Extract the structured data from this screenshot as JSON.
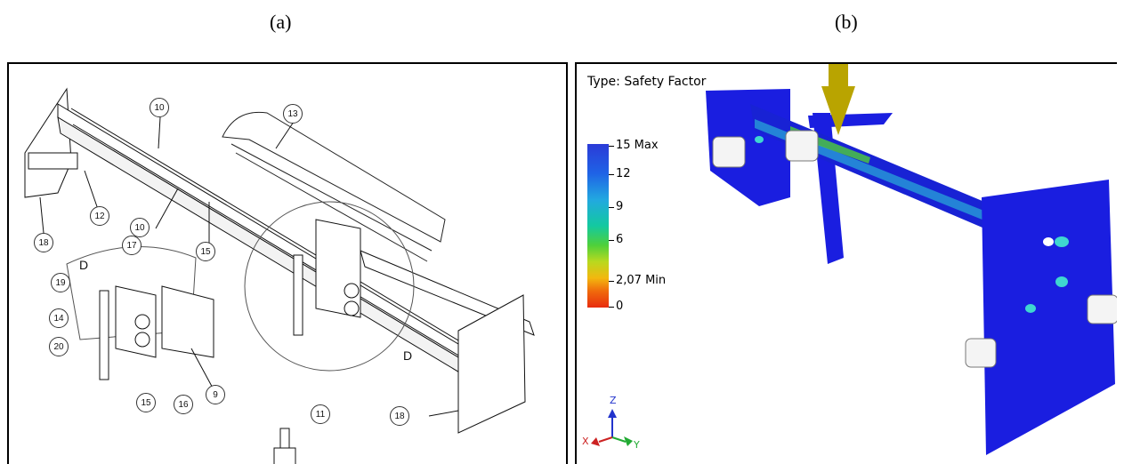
{
  "captions": {
    "a": "(a)",
    "b": "(b)"
  },
  "panel_a": {
    "callouts": [
      "10",
      "13",
      "10",
      "12",
      "18",
      "15",
      "17",
      "19",
      "14",
      "20",
      "15",
      "16",
      "9",
      "18",
      "11"
    ],
    "detail_letters": [
      "D",
      "D"
    ]
  },
  "panel_b": {
    "type_label": "Type: Safety Factor",
    "legend": {
      "ticks": [
        "15 Max",
        "12",
        "9",
        "6",
        "2,07 Min",
        "0"
      ],
      "colors": [
        "#2b3bd7",
        "#22a8e0",
        "#13c9a0",
        "#4fd03a",
        "#f3b70f",
        "#e82c0e"
      ]
    },
    "axes": {
      "x": "X",
      "y": "Y",
      "z": "Z"
    }
  }
}
